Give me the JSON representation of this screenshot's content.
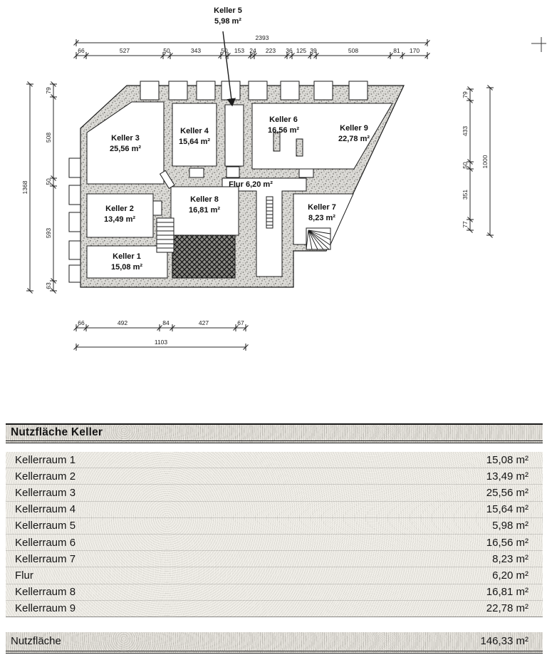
{
  "page": {
    "background": "#ffffff",
    "ink": "#1b1b1b"
  },
  "plan": {
    "callout": {
      "name": "Keller 5",
      "area": "5,98 m²"
    },
    "rooms": {
      "k1": {
        "name": "Keller 1",
        "area": "15,08 m²"
      },
      "k2": {
        "name": "Keller 2",
        "area": "13,49 m²"
      },
      "k3": {
        "name": "Keller 3",
        "area": "25,56 m²"
      },
      "k4": {
        "name": "Keller 4",
        "area": "15,64 m²"
      },
      "k6": {
        "name": "Keller 6",
        "area": "16,56 m²"
      },
      "k7": {
        "name": "Keller 7",
        "area": "8,23 m²"
      },
      "k8": {
        "name": "Keller 8",
        "area": "16,81 m²"
      },
      "k9": {
        "name": "Keller 9",
        "area": "22,78 m²"
      },
      "flur": {
        "label": "Flur 6,20 m²"
      }
    },
    "dims": {
      "top": {
        "total": "2393",
        "segments": [
          "66",
          "527",
          "50",
          "343",
          "50",
          "153",
          "24",
          "223",
          "36",
          "125",
          "39",
          "508",
          "81",
          "170"
        ]
      },
      "bottom": {
        "total": "1103",
        "segments": [
          "66",
          "492",
          "84",
          "427",
          "67"
        ]
      },
      "left": {
        "total": "1368",
        "segments": [
          "79",
          "508",
          "50",
          "593",
          "63"
        ]
      },
      "right": {
        "total": "1000",
        "segments": [
          "79",
          "433",
          "50",
          "351",
          "77"
        ]
      }
    }
  },
  "table": {
    "header": "Nutzfläche Keller",
    "rows": [
      {
        "label": "Kellerraum 1",
        "value": "15,08 m²"
      },
      {
        "label": "Kellerraum 2",
        "value": "13,49 m²"
      },
      {
        "label": "Kellerraum 3",
        "value": "25,56 m²"
      },
      {
        "label": "Kellerraum 4",
        "value": "15,64 m²"
      },
      {
        "label": "Kellerraum 5",
        "value": "5,98 m²"
      },
      {
        "label": "Kellerraum 6",
        "value": "16,56 m²"
      },
      {
        "label": "Kellerraum 7",
        "value": "8,23 m²"
      },
      {
        "label": "Flur",
        "value": "6,20 m²"
      },
      {
        "label": "Kellerraum 8",
        "value": "16,81 m²"
      },
      {
        "label": "Kellerraum 9",
        "value": "22,78 m²"
      }
    ],
    "footer": {
      "label": "Nutzfläche",
      "value": "146,33 m²"
    }
  }
}
